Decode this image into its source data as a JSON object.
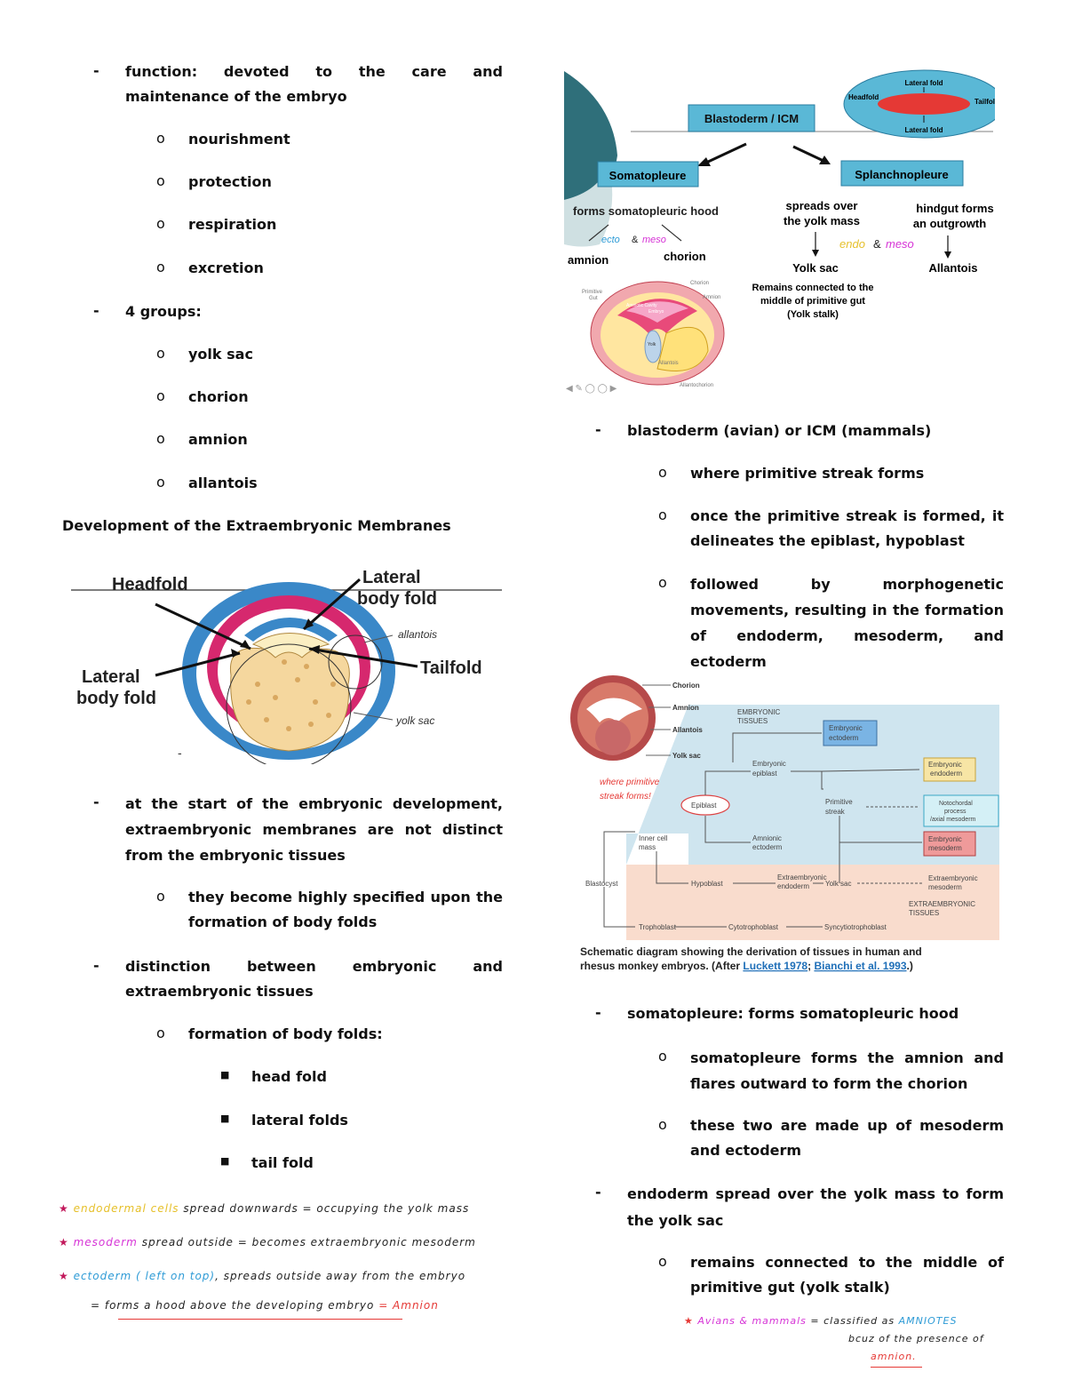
{
  "left": {
    "function": "function: devoted to the care and maintenance of the embryo",
    "functions": [
      "nourishment",
      "protection",
      "respiration",
      "excretion"
    ],
    "groups_label": "4 groups:",
    "groups": [
      "yolk sac",
      "chorion",
      "amnion",
      "allantois"
    ],
    "section_title": "Development of the Extraembryonic Membranes",
    "fig1": {
      "headfold": "Headfold",
      "lateral_right_1": "Lateral",
      "lateral_right_2": "body fold",
      "lateral_left_1": "Lateral",
      "lateral_left_2": "body fold",
      "tailfold": "Tailfold",
      "allantois": "allantois",
      "yolk_sac": "yolk sac"
    },
    "start_text": "at the start of the embryonic development, extraembryonic membranes are not distinct from the embryonic tissues",
    "specified_text": "they become highly specified upon the formation of body folds",
    "distinction_text": "distinction between embryonic and extraembryonic tissues",
    "formation_label": "formation of body folds:",
    "folds": [
      "head fold",
      "lateral folds",
      "tail fold"
    ],
    "notes": {
      "n1_colored": "endodermal cells",
      "n1_rest": "spread downwards = occupying the yolk mass",
      "n2_colored": "mesoderm",
      "n2_rest": "spread outside = becomes extraembryonic mesoderm",
      "n3_colored": "ectoderm ( left on top)",
      "n3_rest": ", spreads outside away from the embryo",
      "n4_rest": "= forms a hood above the developing embryo",
      "n4_colored": "= Amnion"
    }
  },
  "right": {
    "fig2": {
      "blastoderm": "Blastoderm / ICM",
      "somatopleure": "Somatopleure",
      "splanchnopleure": "Splanchnopleure",
      "lateral_fold_top": "Lateral fold",
      "lateral_fold_bottom": "Lateral fold",
      "headfold": "Headfold",
      "tailfold": "Tailfold",
      "forms_hood": "forms somatopleuric hood",
      "ecto": "ecto",
      "and1": "&",
      "meso1": "meso",
      "amnion": "amnion",
      "chorion": "chorion",
      "spreads_1": "spreads over",
      "spreads_2": "the yolk mass",
      "hindgut_1": "hindgut forms",
      "hindgut_2": "an outgrowth",
      "endo": "endo",
      "and2": "&",
      "meso2": "meso",
      "yolk_sac": "Yolk sac",
      "allantois": "Allantois",
      "remains_1": "Remains connected to the",
      "remains_2": "middle of primitive gut",
      "remains_3": "(Yolk stalk)",
      "mini": {
        "primitive": "Primitive",
        "gut": "Gut",
        "chorion": "Chorion",
        "amnion": "Amnion",
        "embryo": "Embryo",
        "yolk": "Yolk",
        "allantois": "Allantois",
        "allantochorion": "Allantochorion",
        "amniotic_cavity": "Amniotic Cavity"
      }
    },
    "blastoderm_text": "blastoderm (avian) or ICM (mammals)",
    "bullets": [
      "where primitive streak forms",
      "once the primitive streak is formed, it delineates the epiblast, hypoblast",
      "followed by morphogenetic movements, resulting in the formation of endoderm, mesoderm, and ectoderm"
    ],
    "fig3": {
      "chorion": "Chorion",
      "amnion": "Amnion",
      "allantois": "Allantois",
      "yolk_sac": "Yolk sac",
      "embryonic_tissues_1": "EMBRYONIC",
      "embryonic_tissues_2": "TISSUES",
      "embryonic_ectoderm_1": "Embryonic",
      "embryonic_ectoderm_2": "ectoderm",
      "embryonic_epiblast_1": "Embryonic",
      "embryonic_epiblast_2": "epiblast",
      "embryonic_endoderm_1": "Embryonic",
      "embryonic_endoderm_2": "endoderm",
      "primitive_streak_1": "Primitive",
      "primitive_streak_2": "streak",
      "notochordal_1": "Notochordal",
      "notochordal_2": "process",
      "notochordal_3": "/axial mesoderm",
      "embryonic_mesoderm_1": "Embryonic",
      "embryonic_mesoderm_2": "mesoderm",
      "epiblast": "Epiblast",
      "inner_cell_1": "Inner cell",
      "inner_cell_2": "mass",
      "amnionic_ectoderm_1": "Amnionic",
      "amnionic_ectoderm_2": "ectoderm",
      "blastocyst": "Blastocyst",
      "hypoblast": "Hypoblast",
      "extraembryonic_endoderm_1": "Extraembryonic",
      "extraembryonic_endoderm_2": "endoderm",
      "yolk_sac_flow": "Yolk sac",
      "extraembryonic_mesoderm_1": "Extraembryonic",
      "extraembryonic_mesoderm_2": "mesoderm",
      "extraembryonic_tissues_1": "EXTRAEMBRYONIC",
      "extraembryonic_tissues_2": "TISSUES",
      "trophoblast": "Trophoblast",
      "cytotrophoblast": "Cytotrophoblast",
      "syncytiotrophoblast": "Syncytiotrophoblast",
      "handwritten_1": "where primitive",
      "handwritten_2": "streak forms!",
      "caption_1": "Schematic diagram showing the derivation of tissues in human and",
      "caption_2": "rhesus monkey embryos. (After ",
      "caption_link1": "Luckett 1978",
      "caption_sep": "; ",
      "caption_link2": "Bianchi et al. 1993",
      "caption_end": ".)"
    },
    "somatopleure_text": "somatopleure: forms somatopleuric hood",
    "soma_bullets": [
      "somatopleure forms the amnion and flares outward to form the chorion",
      "these two are made up of mesoderm and ectoderm"
    ],
    "endoderm_text": "endoderm spread over the yolk mass to form the yolk sac",
    "remains_text": "remains connected to the middle of primitive gut (yolk stalk)",
    "note": {
      "colored1": "Avians & mammals",
      "mid": "= classified as",
      "colored2": "AMNIOTES",
      "line2": "bcuz of the presence of",
      "colored3": "amnion."
    }
  }
}
